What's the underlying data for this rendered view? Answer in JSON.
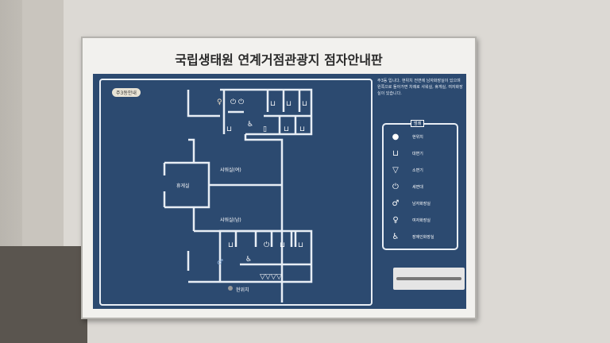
{
  "sign": {
    "title": "국립생태원 연계거점관광지 점자안내판",
    "tag": "주3동안내",
    "note": "주3동 입니다. 현위치 전면에 남자화장실이 있으며 왼쪽으로 돌아가면 차례로 샤워실, 휴게실, 여자화장실이 있습니다.",
    "rooms": {
      "shower_f": "샤워실(여)",
      "lounge": "휴게실",
      "shower_m": "샤워실(남)",
      "here": "현위치"
    },
    "legend": {
      "title": "범례",
      "items": [
        {
          "icon": "current-location-icon",
          "label": "현위치",
          "glyph": "●"
        },
        {
          "icon": "toilet-icon",
          "label": "대변기",
          "glyph": "⊔"
        },
        {
          "icon": "urinal-icon",
          "label": "소변기",
          "glyph": "▽"
        },
        {
          "icon": "sink-icon",
          "label": "세면대",
          "glyph": "⏻"
        },
        {
          "icon": "male-restroom-icon",
          "label": "남자화장실",
          "glyph": "♂"
        },
        {
          "icon": "female-restroom-icon",
          "label": "여자화장실",
          "glyph": "♀"
        },
        {
          "icon": "accessible-restroom-icon",
          "label": "장애인화장실",
          "glyph": "♿"
        }
      ]
    }
  }
}
